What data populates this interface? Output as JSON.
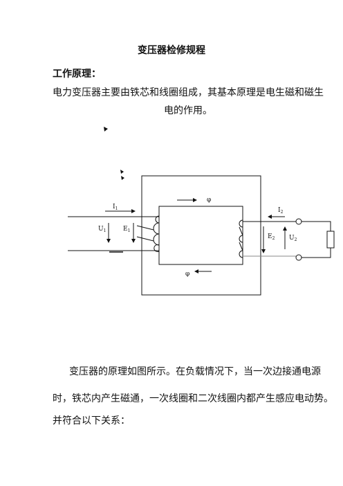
{
  "document": {
    "title": "变压器检修规程",
    "section_heading": "工作原理：",
    "intro": {
      "line1": "电力变压器主要由铁芯和线圈组成，其基本原理是电生磁和磁生",
      "line2": "电的作用。"
    },
    "body": {
      "line1": "变压器的原理如图所示。在负载情况下，当一次边接通电源",
      "line2": "时，铁芯内产生磁通，一次线圈和二次线圈内都产生感应电动势。",
      "line3": "并符合以下关系："
    }
  },
  "diagram": {
    "flux_symbol": "φ",
    "I1": {
      "main": "I",
      "sub": "1"
    },
    "U1": {
      "main": "U",
      "sub": "1"
    },
    "E1": {
      "main": "E",
      "sub": "1"
    },
    "I2": {
      "main": "I",
      "sub": "2"
    },
    "E2": {
      "main": "E",
      "sub": "2"
    },
    "U2": {
      "main": "U",
      "sub": "2"
    }
  }
}
